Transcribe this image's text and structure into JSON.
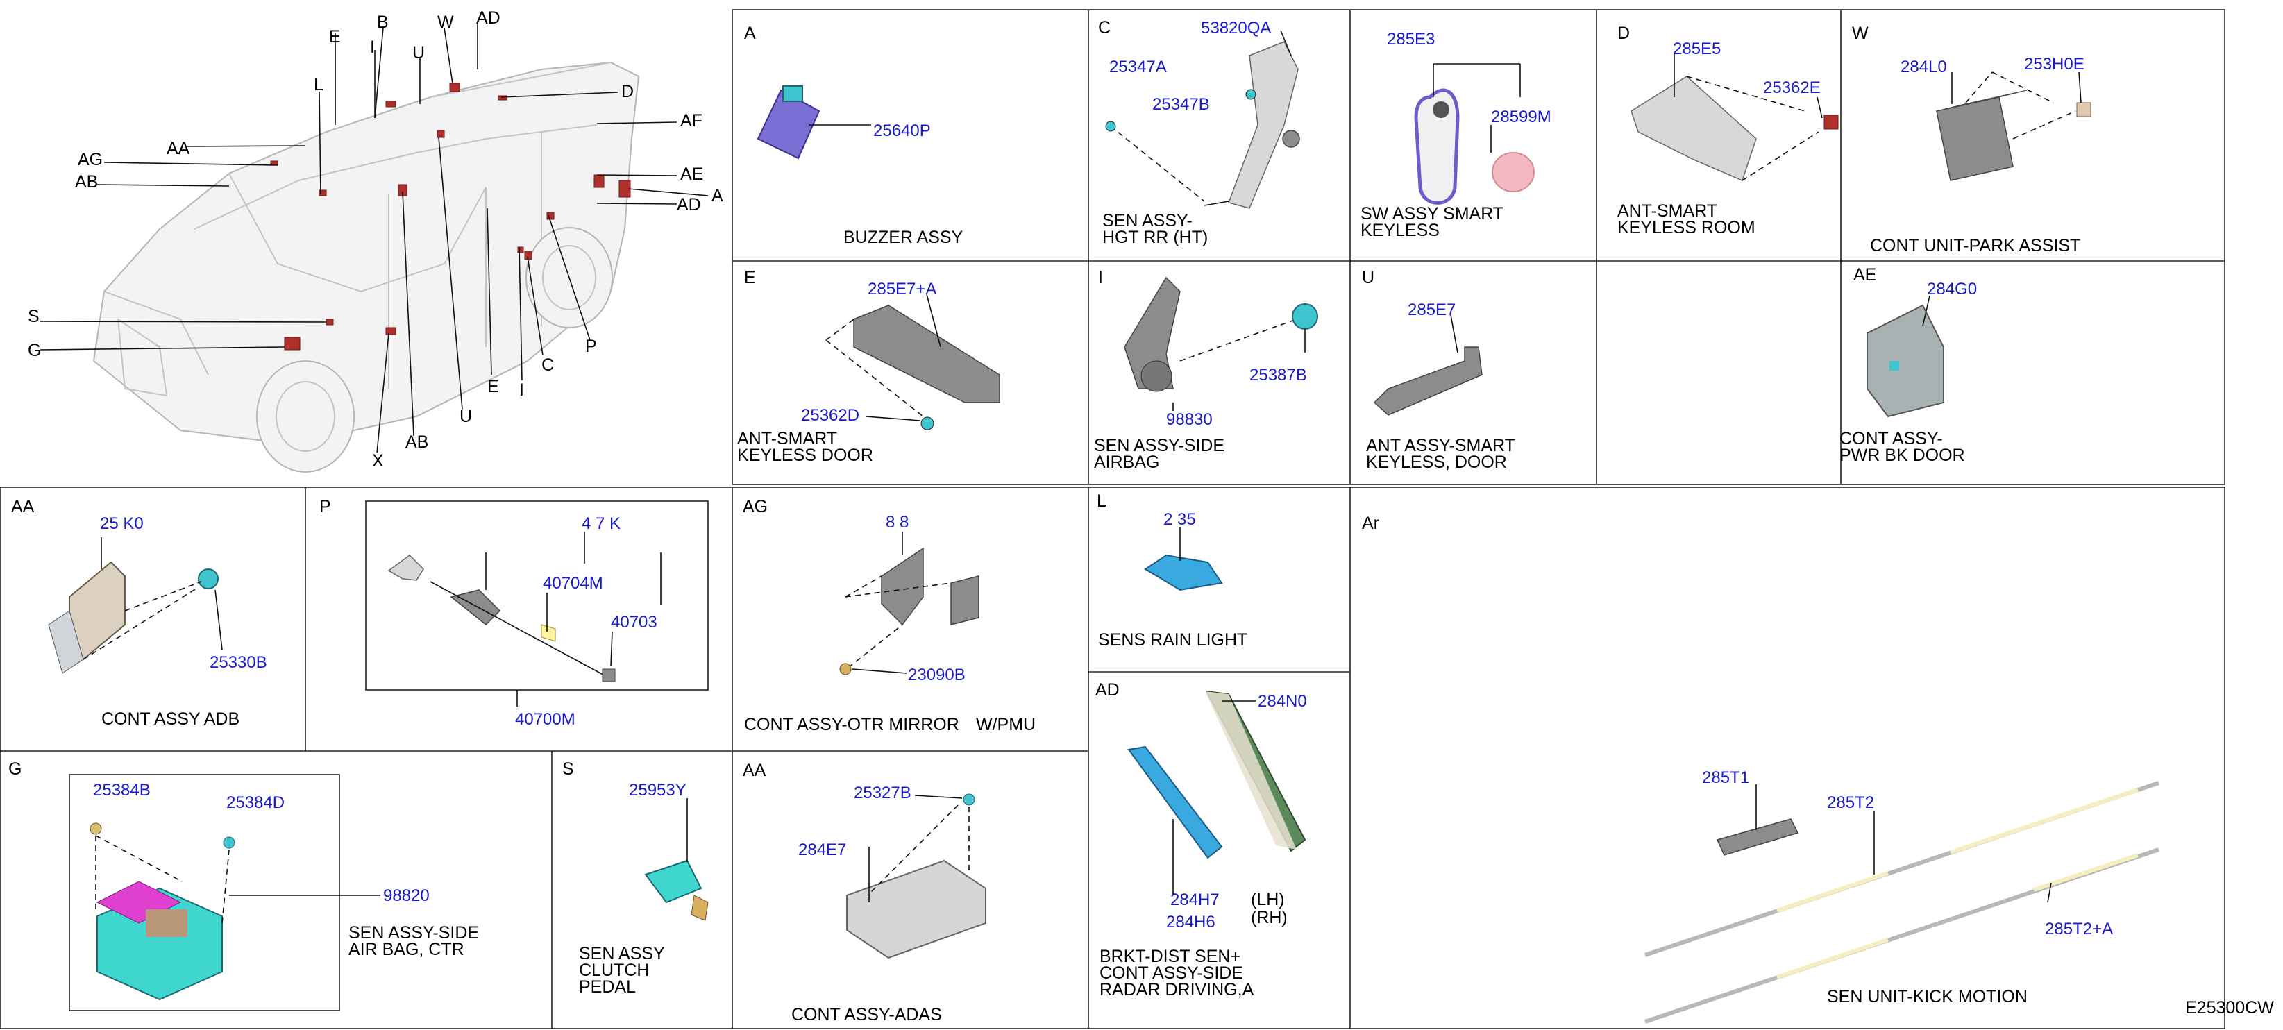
{
  "diagram_code": "E25300CW",
  "overview_callouts": [
    "E",
    "B",
    "W",
    "AD",
    "U",
    "I",
    "L",
    "D",
    "AF",
    "AA",
    "AG",
    "AB",
    "AE",
    "A",
    "AD",
    "S",
    "G",
    "P",
    "C",
    "E",
    "I",
    "U",
    "X",
    "AB"
  ],
  "panels": {
    "A": {
      "letter": "A",
      "parts": [
        "25640P"
      ],
      "title": [
        "BUZZER ASSY"
      ]
    },
    "C": {
      "letter": "C",
      "parts": [
        "53820QA",
        "25347A",
        "25347B"
      ],
      "title": [
        "SEN ASSY-",
        "HGT RR (HT)"
      ]
    },
    "SW": {
      "letter": "",
      "parts": [
        "285E3",
        "28599M"
      ],
      "title": [
        "SW ASSY SMART",
        "KEYLESS"
      ]
    },
    "D": {
      "letter": "D",
      "parts": [
        "285E5",
        "25362E"
      ],
      "title": [
        "ANT-SMART",
        "KEYLESS ROOM"
      ]
    },
    "W": {
      "letter": "W",
      "parts": [
        "284L0",
        "253H0E"
      ],
      "title": [
        "CONT UNIT-PARK ASSIST"
      ]
    },
    "E": {
      "letter": "E",
      "parts": [
        "285E7+A",
        "25362D"
      ],
      "title": [
        "ANT-SMART",
        "KEYLESS DOOR"
      ]
    },
    "I": {
      "letter": "I",
      "parts": [
        "25387B",
        "98830"
      ],
      "title": [
        "SEN ASSY-SIDE",
        "AIRBAG"
      ]
    },
    "U": {
      "letter": "U",
      "parts": [
        "285E7"
      ],
      "title": [
        "ANT ASSY-SMART",
        "KEYLESS, DOOR"
      ]
    },
    "AE": {
      "letter": "AE",
      "parts": [
        "284G0"
      ],
      "title": [
        "CONT ASSY-",
        "PWR BK DOOR"
      ]
    },
    "AA": {
      "letter": "AA",
      "parts": [
        "25  K0",
        "25330B"
      ],
      "title": [
        "CONT ASSY ADB"
      ]
    },
    "P": {
      "letter": "P",
      "parts": [
        "4  7  K",
        "40704M",
        "40703",
        "40700M"
      ],
      "title": []
    },
    "AG": {
      "letter": "AG",
      "parts": [
        "8  8",
        "23090B"
      ],
      "title": [
        "CONT ASSY-OTR MIRROR",
        "W/PMU"
      ]
    },
    "L": {
      "letter": "L",
      "parts": [
        "2  35"
      ],
      "title": [
        "SENS RAIN LIGHT"
      ]
    },
    "AF": {
      "letter": "Ar",
      "parts": [
        "285T1",
        "285T2",
        "285T2+A"
      ],
      "title": [
        "SEN UNIT-KICK MOTION"
      ]
    },
    "G": {
      "letter": "G",
      "parts": [
        "25384B",
        "25384D",
        "98820"
      ],
      "title": [
        "SEN ASSY-SIDE",
        "AIR BAG, CTR"
      ]
    },
    "S": {
      "letter": "S",
      "parts": [
        "25953Y"
      ],
      "title": [
        "SEN ASSY",
        "CLUTCH",
        "PEDAL"
      ]
    },
    "AA2": {
      "letter": "AA",
      "parts": [
        "25327B",
        "284E7"
      ],
      "title": [
        "CONT ASSY-ADAS"
      ]
    },
    "AD": {
      "letter": "AD",
      "parts": [
        "284N0",
        "284H7",
        "284H6"
      ],
      "sides": [
        "(LH)",
        "(RH)"
      ],
      "title": [
        "BRKT-DIST SEN+",
        "CONT ASSY-SIDE",
        "RADAR DRIVING,A"
      ]
    }
  },
  "colors": {
    "part_number": "#1a1acc",
    "component_red": "#b0302b",
    "cyan": "#3fc4d0",
    "magenta": "#e040d0",
    "purple": "#7b6fd6"
  }
}
